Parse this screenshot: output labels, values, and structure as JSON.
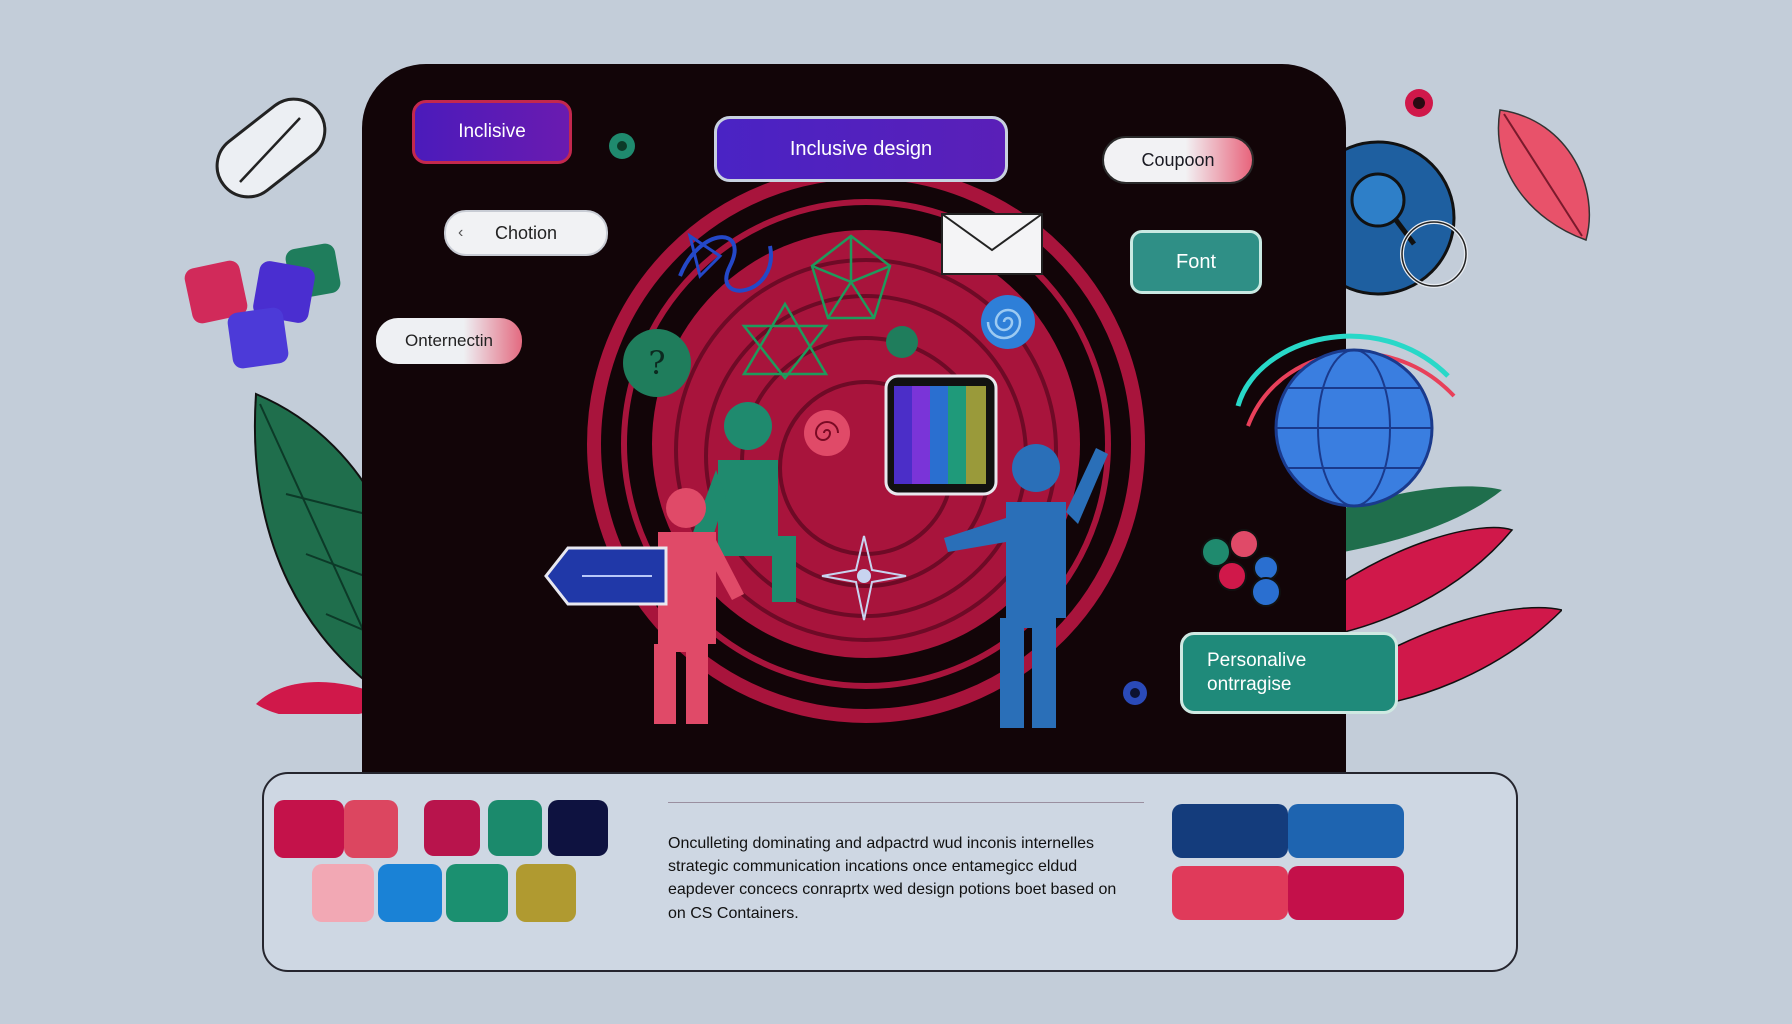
{
  "labels": {
    "inclusive": "Inclisive",
    "inclusive_design": "Inclusive design",
    "coupoon": "Coupoon",
    "chotion": "Chotion",
    "chotion_icon": "chevron-left-icon",
    "font": "Font",
    "onternectin": "Onternectin",
    "personal_line1": "Personalive",
    "personal_line2": "ontrragise"
  },
  "description": "Onculleting dominating and adpactrd wud inconis internelles strategic communication incations once entamegicc eldud eapdever concecs conraprtx wed design potions boet based on on CS Containers.",
  "colors": {
    "background": "#c3cdd9",
    "panel": "#120508",
    "crimson": "#a8143c",
    "teal": "#1f8a6e",
    "blue": "#2a6fb8",
    "purple": "#4b1bbb",
    "pink": "#e04a68",
    "green_leaf": "#1f6e4c"
  },
  "palette_left": [
    {
      "color": "#c4124a"
    },
    {
      "color": "#dc4660"
    },
    {
      "color": "#b8144c"
    },
    {
      "color": "#1b8a6c"
    },
    {
      "color": "#0e1240"
    },
    {
      "color": "#f2a8b4"
    },
    {
      "color": "#1a82d6"
    },
    {
      "color": "#1b9070"
    },
    {
      "color": "#b09a30"
    }
  ],
  "palette_right": [
    {
      "color": "#143c7c"
    },
    {
      "color": "#1e64b0"
    },
    {
      "color": "#e03a5a"
    },
    {
      "color": "#c4104a"
    }
  ]
}
